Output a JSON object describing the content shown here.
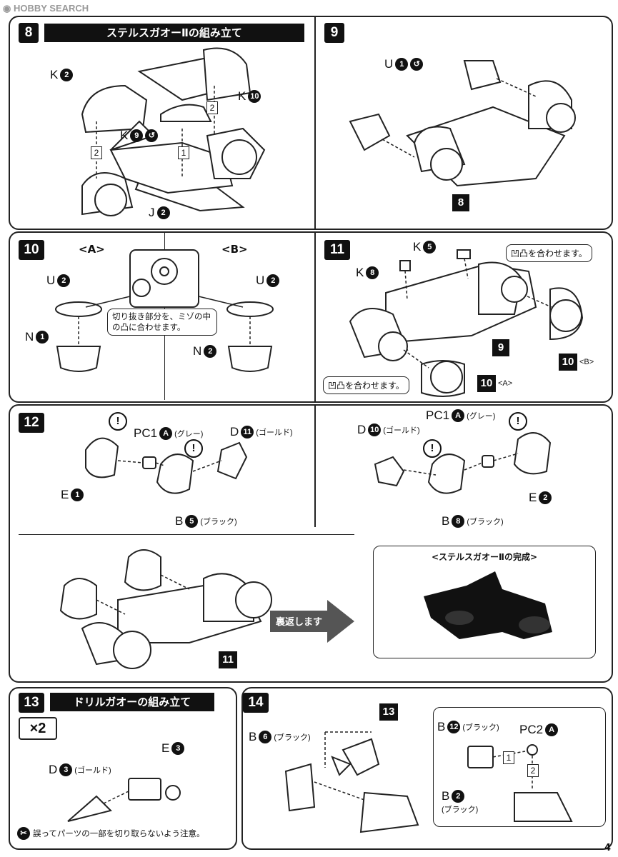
{
  "header": {
    "logo": "HOBBY SEARCH"
  },
  "page_number": "4",
  "step8": {
    "num": "8",
    "title": "ステルスガオーⅡの組み立て",
    "k2": "K",
    "k2n": "2",
    "k10": "K",
    "k10n": "10",
    "k9": "K",
    "k9n": "9",
    "j2": "J",
    "j2n": "2",
    "s1": "1",
    "s2a": "2",
    "s2b": "2"
  },
  "step9": {
    "num": "9",
    "u1": "U",
    "u1n": "1",
    "ref": "8"
  },
  "step10": {
    "num": "10",
    "a": "<A>",
    "b": "<B>",
    "u2a": "U",
    "u2an": "2",
    "u2b": "U",
    "u2bn": "2",
    "n1": "N",
    "n1n": "1",
    "n2": "N",
    "n2n": "2",
    "note": "切り抜き部分を、ミゾの中の凸に合わせます。"
  },
  "step11": {
    "num": "11",
    "k5": "K",
    "k5n": "5",
    "k8": "K",
    "k8n": "8",
    "ref9": "9",
    "note_top": "凹凸を合わせます。",
    "note_bottom": "凹凸を合わせます。",
    "ref10b": "10",
    "b": "<B>",
    "ref10a": "10",
    "a": "<A>"
  },
  "step12": {
    "num": "12",
    "left": {
      "pc1": "PC1",
      "pc1n": "A",
      "pc1c": "(グレー)",
      "d": "D",
      "dn": "11",
      "dc": "(ゴールド)",
      "e": "E",
      "en": "1",
      "b": "B",
      "bn": "5",
      "bc": "(ブラック)"
    },
    "right": {
      "pc1": "PC1",
      "pc1n": "A",
      "pc1c": "(グレー)",
      "d": "D",
      "dn": "10",
      "dc": "(ゴールド)",
      "e": "E",
      "en": "2",
      "b": "B",
      "bn": "8",
      "bc": "(ブラック)"
    },
    "ref11": "11",
    "flip": "裏返します",
    "complete": "<ステルスガオーⅡの完成>"
  },
  "step13": {
    "num": "13",
    "title": "ドリルガオーの組み立て",
    "x2": "×2",
    "d": "D",
    "dn": "3",
    "dc": "(ゴールド)",
    "e": "E",
    "en": "3",
    "caution": "誤ってパーツの一部を切り取らないよう注意。"
  },
  "step14": {
    "num": "14",
    "b6": "B",
    "b6n": "6",
    "b6c": "(ブラック)",
    "ref13": "13",
    "b12": "B",
    "b12n": "12",
    "b12c": "(ブラック)",
    "pc2": "PC2",
    "pc2n": "A",
    "b2": "B",
    "b2n": "2",
    "b2c": "(ブラック)",
    "s1": "1",
    "s2": "2"
  }
}
